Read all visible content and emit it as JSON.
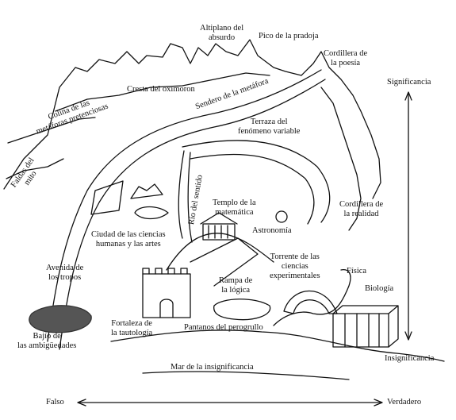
{
  "places": {
    "altiplano": [
      "Altiplano del",
      "absurdo"
    ],
    "pico": "Pico de la pradoja",
    "cordillera_poesia": [
      "Cordillera de",
      "la poesía"
    ],
    "cresta": "Cresta del oxímoron",
    "sendero": "Sendero de la metáfora",
    "colina": [
      "Colina de las",
      "metáforas pretenciosas"
    ],
    "terraza": [
      "Terraza del",
      "fenómeno variable"
    ],
    "faldas": [
      "Faldas del",
      "mito"
    ],
    "rio": "Río del sentido",
    "templo": [
      "Templo de la",
      "matemática"
    ],
    "astronomia": "Astronomía",
    "cordillera_realidad": [
      "Cordillera de",
      "la realidad"
    ],
    "ciudad": [
      "Ciudad de las  ciencias",
      "humanas y las artes"
    ],
    "avenida": [
      "Avenida de",
      "los tropos"
    ],
    "torrente": [
      "Torrente de las",
      "ciencias",
      "experimentales"
    ],
    "rampa": [
      "Rampa de",
      "la lógica"
    ],
    "fisica": "Física",
    "biologia": "Biología",
    "bajio": [
      "Bajío de",
      "las ambigüedades"
    ],
    "fortaleza": [
      "Fortaleza de",
      "la tautología"
    ],
    "pantanos": "Pantanos del perogrullo",
    "mar": "Mar de la insignificancia"
  },
  "axes": {
    "vertical_top": "Significancia",
    "vertical_bottom": "Insignificancia",
    "horizontal_left": "Falso",
    "horizontal_right": "Verdadero"
  }
}
